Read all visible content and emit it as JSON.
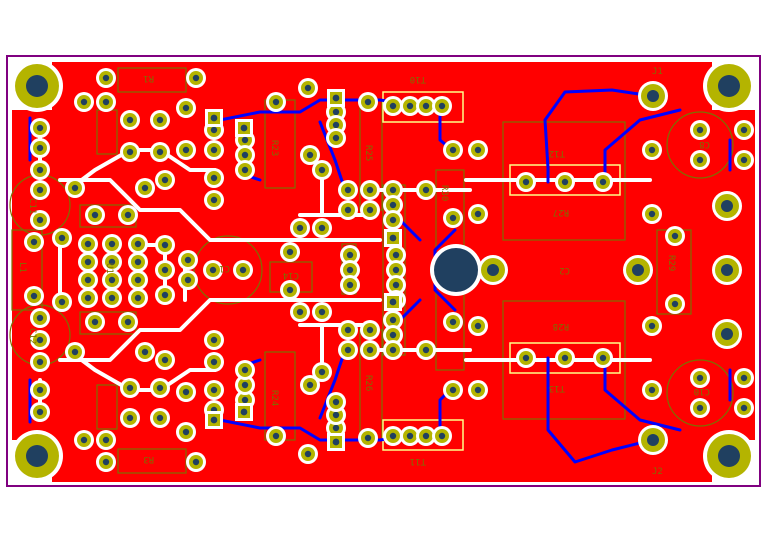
{
  "board": {
    "outline_color": "#800080",
    "copper_color": "#ff0000",
    "bottom_trace_color": "#0000ff",
    "top_trace_color": "#ffffff",
    "pad_color": "#b4b400",
    "hole_color": "#204060",
    "silk_color": "#7d7000",
    "highlight_color": "#ffff88"
  },
  "labels": [
    {
      "key": "t10",
      "text": "T10",
      "icon": "silkscreen-label"
    },
    {
      "key": "t11",
      "text": "T11",
      "icon": "silkscreen-label"
    },
    {
      "key": "t12",
      "text": "T12",
      "icon": "silkscreen-label"
    },
    {
      "key": "t13",
      "text": "T13",
      "icon": "silkscreen-label"
    },
    {
      "key": "r1",
      "text": "R1",
      "icon": "silkscreen-label"
    },
    {
      "key": "r3",
      "text": "R3",
      "icon": "silkscreen-label"
    },
    {
      "key": "r23",
      "text": "R23",
      "icon": "silkscreen-label"
    },
    {
      "key": "r24",
      "text": "R24",
      "icon": "silkscreen-label"
    },
    {
      "key": "r25",
      "text": "R25",
      "icon": "silkscreen-label"
    },
    {
      "key": "r26",
      "text": "R26",
      "icon": "silkscreen-label"
    },
    {
      "key": "r27",
      "text": "R27",
      "icon": "silkscreen-label"
    },
    {
      "key": "r28",
      "text": "R28",
      "icon": "silkscreen-label"
    },
    {
      "key": "r29",
      "text": "R29",
      "icon": "silkscreen-label"
    },
    {
      "key": "r30",
      "text": "R30",
      "icon": "silkscreen-label"
    },
    {
      "key": "u1",
      "text": "U1",
      "icon": "silkscreen-label"
    },
    {
      "key": "c1",
      "text": "C1",
      "icon": "silkscreen-label"
    },
    {
      "key": "c2",
      "text": "C2",
      "icon": "silkscreen-label"
    },
    {
      "key": "c8",
      "text": "C8",
      "icon": "silkscreen-label"
    },
    {
      "key": "c10",
      "text": "C10",
      "icon": "silkscreen-label"
    },
    {
      "key": "c11",
      "text": "C11",
      "icon": "silkscreen-label"
    },
    {
      "key": "c12",
      "text": "C12",
      "icon": "silkscreen-label"
    },
    {
      "key": "c14",
      "text": "C14",
      "icon": "silkscreen-label"
    },
    {
      "key": "l1",
      "text": "L1",
      "icon": "silkscreen-label"
    },
    {
      "key": "j1",
      "text": "J1",
      "icon": "silkscreen-label"
    },
    {
      "key": "j2",
      "text": "J2",
      "icon": "silkscreen-label"
    }
  ]
}
